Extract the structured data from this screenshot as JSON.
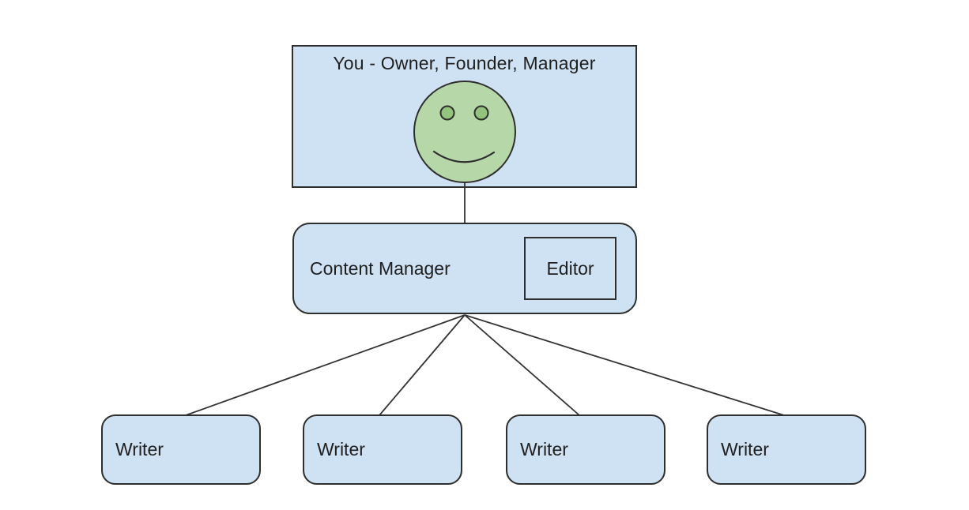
{
  "diagram": {
    "owner_box": {
      "label": "You - Owner, Founder, Manager"
    },
    "manager_box": {
      "label": "Content Manager",
      "role_badge": "Editor"
    },
    "writer_boxes": [
      {
        "label": "Writer"
      },
      {
        "label": "Writer"
      },
      {
        "label": "Writer"
      },
      {
        "label": "Writer"
      }
    ],
    "colors": {
      "box_fill": "#cfe2f3",
      "box_border": "#2e2e2e",
      "text": "#1f1f1f",
      "face_fill": "#b6d7a8",
      "face_feature": "#93c47d",
      "connector": "#333333",
      "canvas_bg": "#ffffff"
    }
  }
}
